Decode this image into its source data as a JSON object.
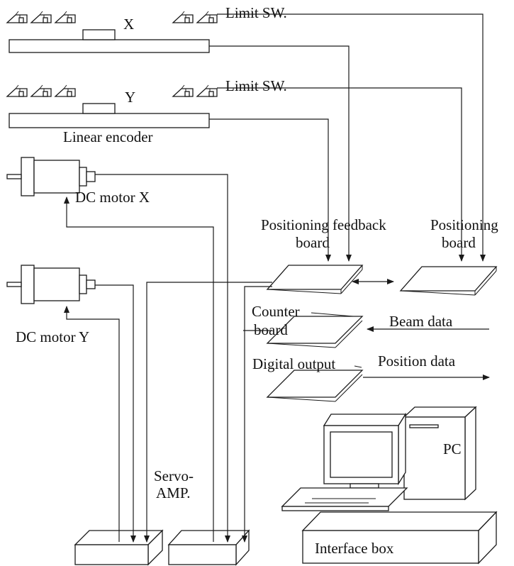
{
  "labels": {
    "axis_x": "X",
    "axis_y": "Y",
    "limit_sw_x": "Limit SW.",
    "limit_sw_y": "Limit SW.",
    "linear_encoder": "Linear encoder",
    "dc_motor_x": "DC motor X",
    "dc_motor_y": "DC motor Y",
    "positioning_feedback_board_1": "Positioning feedback",
    "positioning_feedback_board_2": "board",
    "positioning_board_1": "Positioning",
    "positioning_board_2": "board",
    "counter_board_1": "Counter",
    "counter_board_2": "board",
    "digital_output": "Digital output",
    "beam_data": "Beam data",
    "position_data": "Position data",
    "pc": "PC",
    "servo_amp_1": "Servo-",
    "servo_amp_2": "AMP.",
    "interface_box": "Interface box"
  }
}
